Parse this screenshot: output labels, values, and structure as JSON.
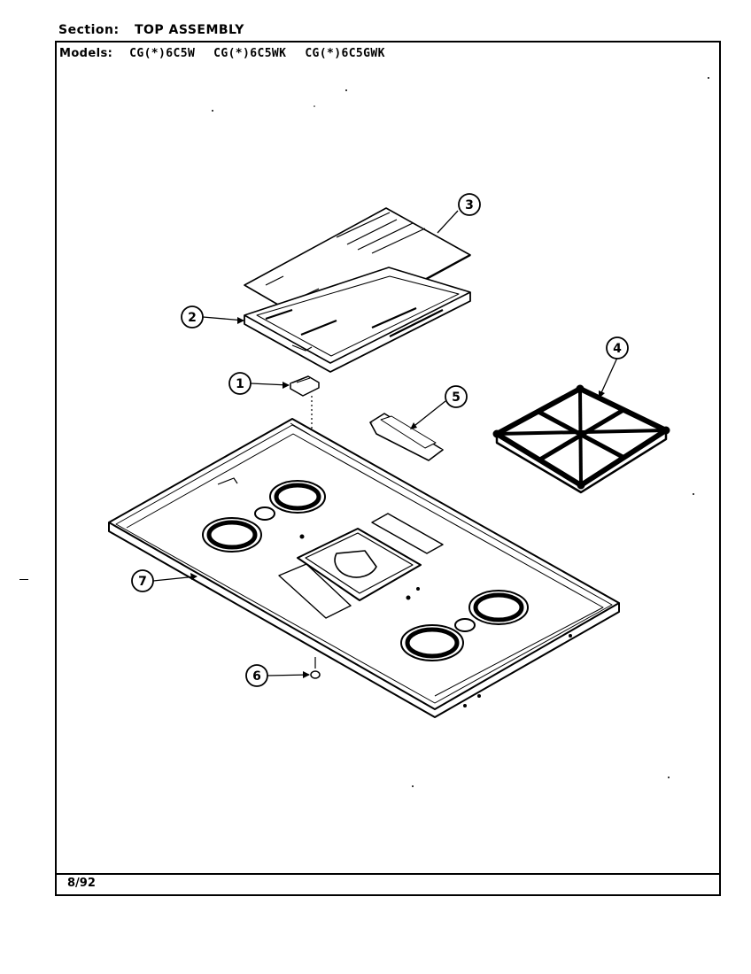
{
  "header": {
    "section_label": "Section:",
    "section_value": "TOP ASSEMBLY",
    "models_label": "Models:",
    "models": [
      "CG(*)6C5W",
      "CG(*)6C5WK",
      "CG(*)6C5GWK"
    ]
  },
  "footer": {
    "date": "8/92"
  },
  "callouts": [
    "1",
    "2",
    "3",
    "4",
    "5",
    "6",
    "7"
  ],
  "colors": {
    "ink": "#000000",
    "paper": "#ffffff"
  }
}
